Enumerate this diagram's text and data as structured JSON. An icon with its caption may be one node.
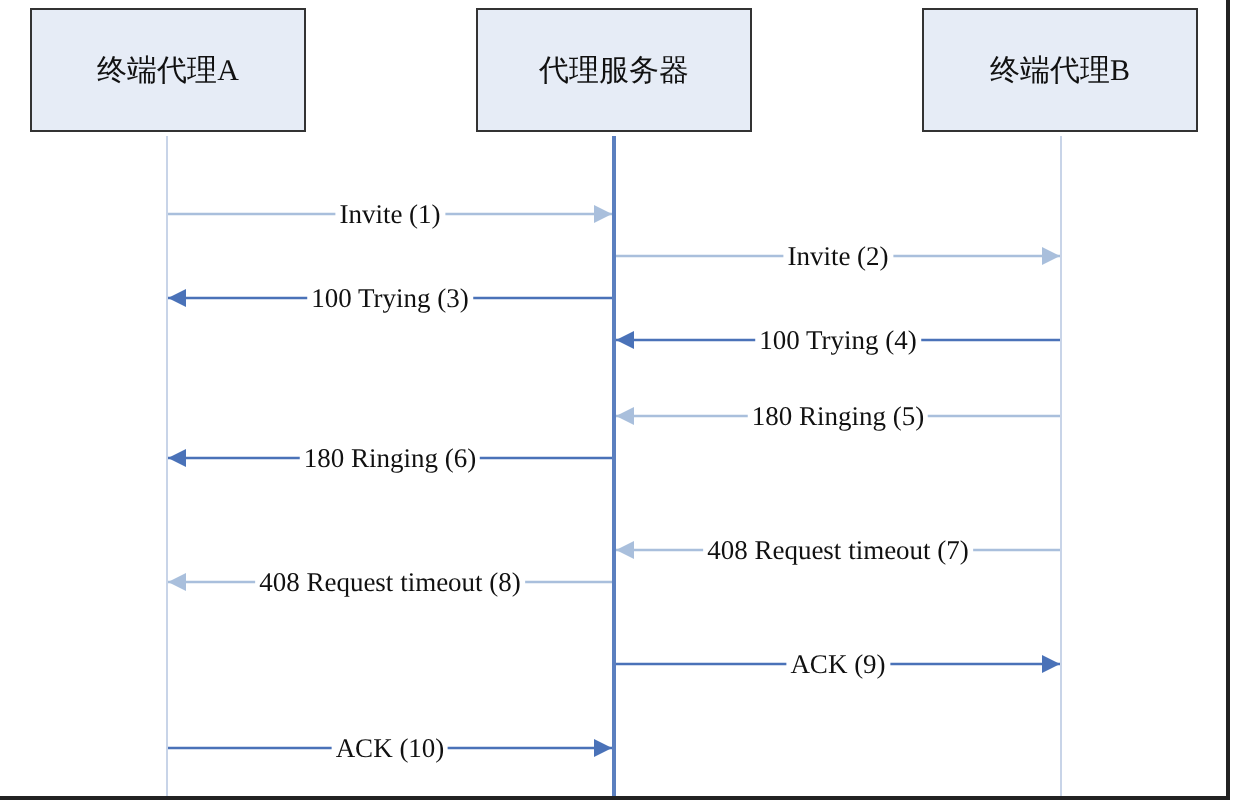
{
  "diagram": {
    "nodes": [
      {
        "text": [
          "终端代理A"
        ]
      },
      {
        "text": [
          "代理服务器"
        ]
      },
      {
        "text": [
          "终端代理B"
        ]
      },
      {
        "text": [],
        "shape": "bar"
      },
      {
        "text": [],
        "shape": "bar"
      },
      {
        "text": [],
        "shape": "bar"
      }
    ],
    "edges": [
      {
        "from": 3,
        "to": 4,
        "arrow": "to",
        "label": "Invite (1)",
        "color": "#a9bfdc"
      },
      {
        "from": 4,
        "to": 5,
        "arrow": "to",
        "label": "Invite (2)",
        "color": "#a9bfdc"
      },
      {
        "from": 4,
        "to": 3,
        "arrow": "to",
        "label": "100 Trying (3)",
        "color": "#4a72b8"
      },
      {
        "from": 5,
        "to": 4,
        "arrow": "to",
        "label": "100 Trying (4)",
        "color": "#4a72b8"
      },
      {
        "from": 5,
        "to": 4,
        "arrow": "to",
        "label": "180 Ringing (5)",
        "color": "#a9bfdc"
      },
      {
        "from": 4,
        "to": 3,
        "arrow": "to",
        "label": "180 Ringing (6)",
        "color": "#4a72b8"
      },
      {
        "from": 5,
        "to": 4,
        "arrow": "to",
        "label": "408 Request timeout (7)",
        "color": "#a9bfdc"
      },
      {
        "from": 4,
        "to": 3,
        "arrow": "to",
        "label": "408 Request timeout (8)",
        "color": "#a9bfdc"
      },
      {
        "from": 4,
        "to": 5,
        "arrow": "to",
        "label": "ACK (9)",
        "color": "#4a72b8"
      },
      {
        "from": 3,
        "to": 4,
        "arrow": "to",
        "label": "ACK (10)",
        "color": "#4a72b8"
      }
    ]
  }
}
